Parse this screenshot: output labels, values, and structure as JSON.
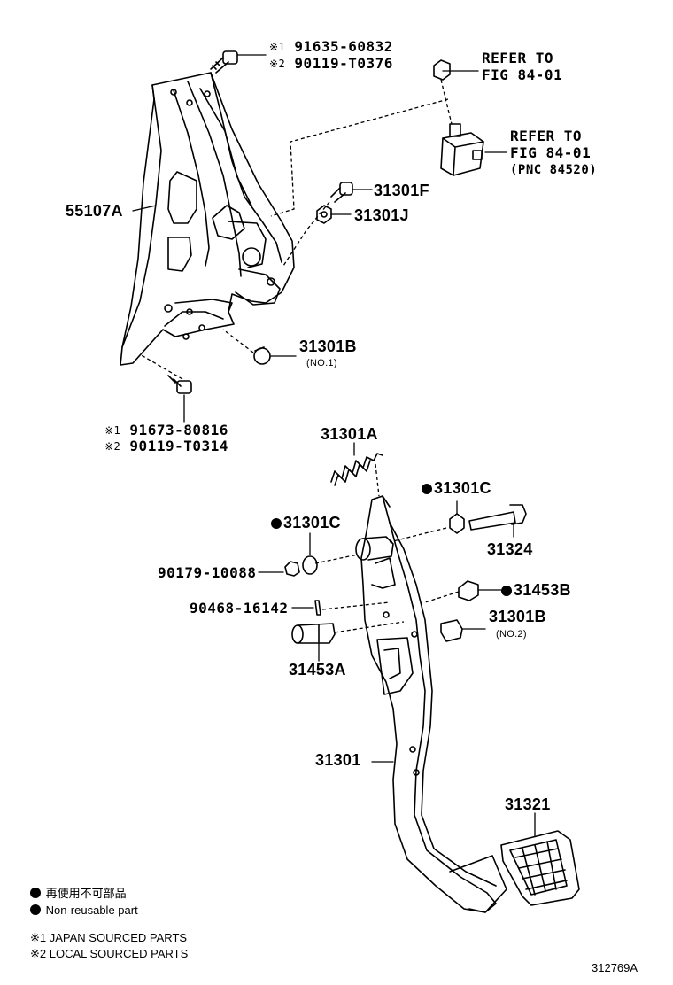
{
  "colors": {
    "line": "#000000",
    "background": "#ffffff"
  },
  "labels": {
    "bolt_top_mark1": "※1",
    "bolt_top_pn1": "91635-60832",
    "bolt_top_mark2": "※2",
    "bolt_top_pn2": "90119-T0376",
    "refer_switch_1": "REFER TO",
    "refer_switch_2": "FIG 84-01",
    "refer_stop_1": "REFER TO",
    "refer_stop_2": "FIG 84-01",
    "refer_stop_3": "(PNC 84520)",
    "bracket": "55107A",
    "bolt_f": "31301F",
    "nut_j": "31301J",
    "cushion_b1": "31301B",
    "cushion_b1_sub": "(NO.1)",
    "bolt_bottom_mark1": "※1",
    "bolt_bottom_pn1": "91673-80816",
    "bolt_bottom_mark2": "※2",
    "bolt_bottom_pn2": "90119-T0314",
    "spring_a": "31301A",
    "bushing_c_right": "31301C",
    "bushing_c_left": "31301C",
    "pedal_bolt": "31324",
    "nut_90179": "90179-10088",
    "pin_90468": "90468-16142",
    "clevis_b": "31453B",
    "cushion_b2": "31301B",
    "cushion_b2_sub": "(NO.2)",
    "clevis_pin_a": "31453A",
    "pedal_arm": "31301",
    "pedal_pad": "31321"
  },
  "legend": {
    "non_reusable_jp": "再使用不可部品",
    "non_reusable_en": "Non-reusable part",
    "mark1": "※1",
    "japan_sourced": "JAPAN SOURCED PARTS",
    "mark2": "※2",
    "local_sourced": "LOCAL SOURCED PARTS"
  },
  "figure_id": "312769A"
}
